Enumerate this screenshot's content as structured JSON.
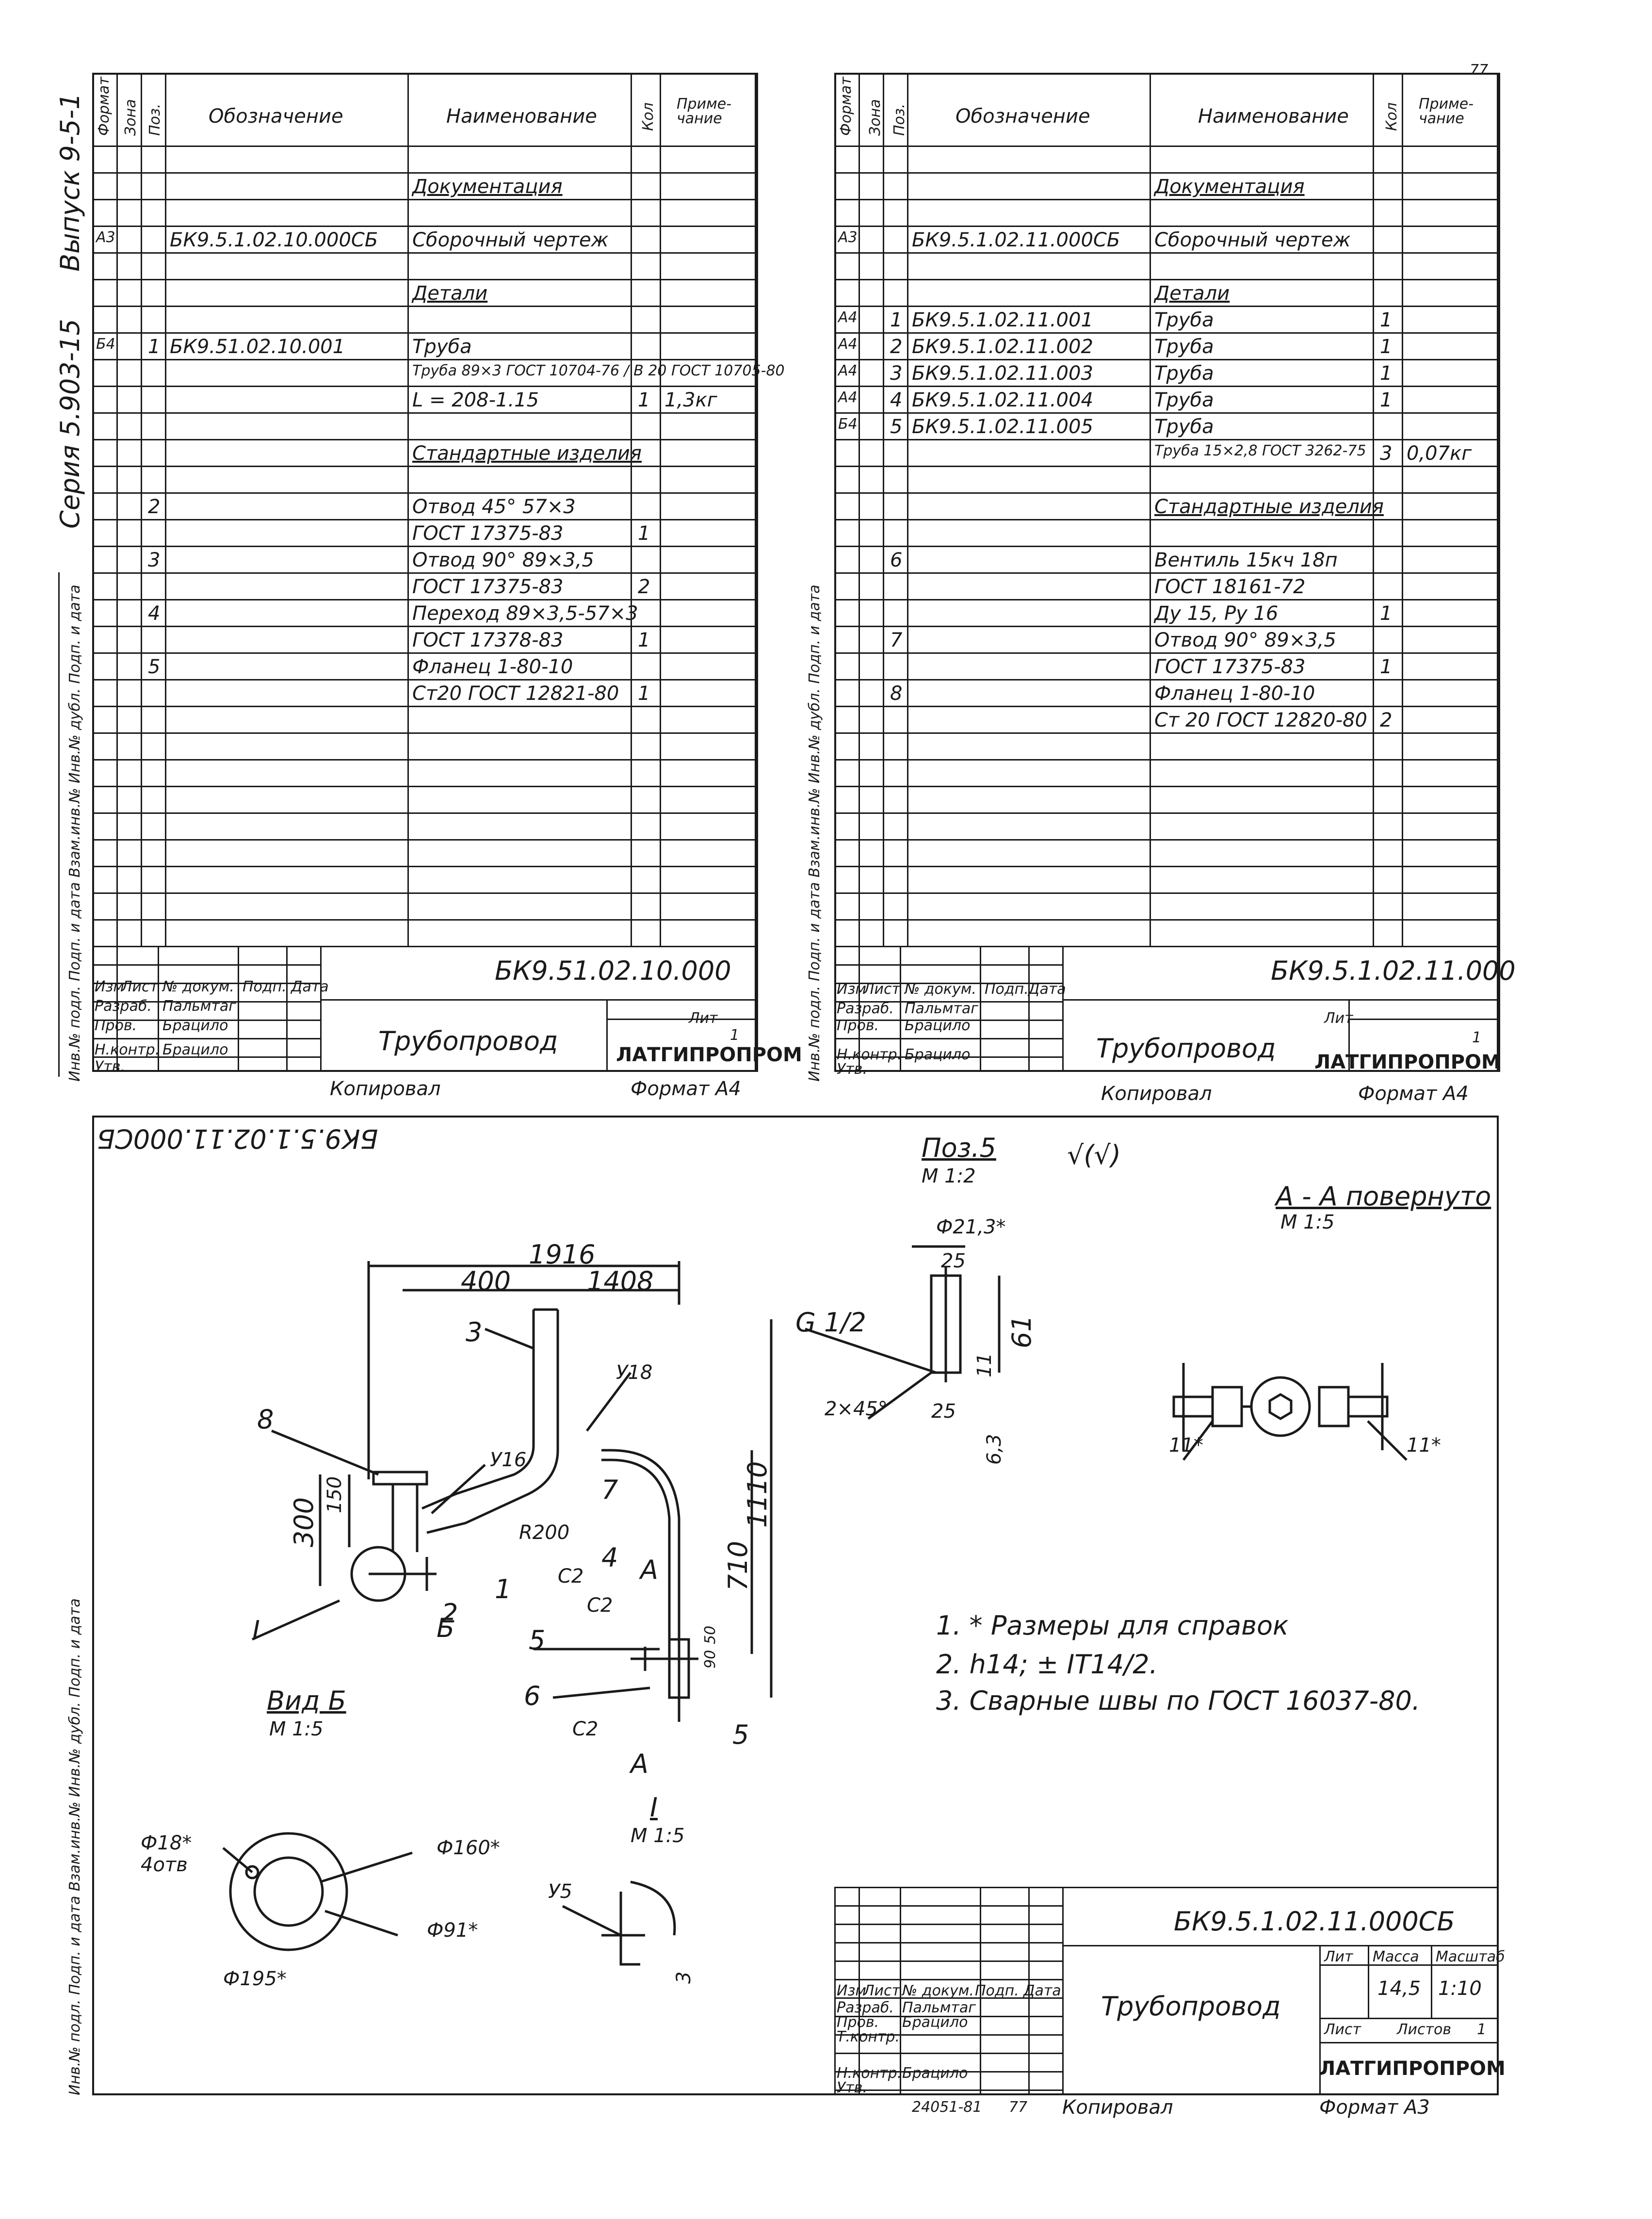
{
  "corner_number": "77",
  "side_label_series": "Серия 5.903-15",
  "side_label_issue": "Выпуск 9-5-1",
  "side_stamp_labels": "Инв.№ подл.  Подп. и дата  Взам.инв.№  Инв.№ дубл.  Подп. и дата",
  "columns": {
    "format": "Формат",
    "zone": "Зона",
    "pos": "Поз.",
    "designation": "Обозначение",
    "name": "Наименование",
    "qty": "Кол",
    "note": "Приме-чание"
  },
  "spec_left": {
    "rows": [
      {
        "fmt": "",
        "pos": "",
        "des": "",
        "name": "Документация",
        "qty": "",
        "note": "",
        "heading": true
      },
      {
        "fmt": "А3",
        "pos": "",
        "des": "БК9.5.1.02.10.000СБ",
        "name": "Сборочный чертеж",
        "qty": "",
        "note": ""
      },
      {
        "fmt": "",
        "pos": "",
        "des": "",
        "name": "Детали",
        "qty": "",
        "note": "",
        "heading": true
      },
      {
        "fmt": "Б4",
        "pos": "1",
        "des": "БК9.51.02.10.001",
        "name": "Труба",
        "qty": "",
        "note": ""
      },
      {
        "fmt": "",
        "pos": "",
        "des": "",
        "name": "Труба 89×3 ГОСТ 10704-76 / В 20 ГОСТ 10705-80",
        "qty": "",
        "note": ""
      },
      {
        "fmt": "",
        "pos": "",
        "des": "",
        "name": "L = 208-1.15",
        "qty": "1",
        "note": "1,3кг"
      },
      {
        "fmt": "",
        "pos": "",
        "des": "",
        "name": "Стандартные изделия",
        "qty": "",
        "note": "",
        "heading": true
      },
      {
        "fmt": "",
        "pos": "2",
        "des": "",
        "name": "Отвод 45° 57×3",
        "qty": "",
        "note": ""
      },
      {
        "fmt": "",
        "pos": "",
        "des": "",
        "name": "ГОСТ 17375-83",
        "qty": "1",
        "note": ""
      },
      {
        "fmt": "",
        "pos": "3",
        "des": "",
        "name": "Отвод 90° 89×3,5",
        "qty": "",
        "note": ""
      },
      {
        "fmt": "",
        "pos": "",
        "des": "",
        "name": "ГОСТ 17375-83",
        "qty": "2",
        "note": ""
      },
      {
        "fmt": "",
        "pos": "4",
        "des": "",
        "name": "Переход 89×3,5-57×3",
        "qty": "",
        "note": ""
      },
      {
        "fmt": "",
        "pos": "",
        "des": "",
        "name": "ГОСТ 17378-83",
        "qty": "1",
        "note": ""
      },
      {
        "fmt": "",
        "pos": "5",
        "des": "",
        "name": "Фланец 1-80-10",
        "qty": "",
        "note": ""
      },
      {
        "fmt": "",
        "pos": "",
        "des": "",
        "name": "Ст20 ГОСТ 12821-80",
        "qty": "1",
        "note": ""
      }
    ],
    "doc_number": "БК9.51.02.10.000",
    "title": "Трубопровод",
    "org": "ЛАТГИПРОПРОМ",
    "sheet_value": "1",
    "copied": "Копировал",
    "format_label": "Формат А4"
  },
  "spec_right": {
    "rows": [
      {
        "fmt": "",
        "pos": "",
        "des": "",
        "name": "Документация",
        "qty": "",
        "note": "",
        "heading": true
      },
      {
        "fmt": "А3",
        "pos": "",
        "des": "БК9.5.1.02.11.000СБ",
        "name": "Сборочный чертеж",
        "qty": "",
        "note": ""
      },
      {
        "fmt": "",
        "pos": "",
        "des": "",
        "name": "Детали",
        "qty": "",
        "note": "",
        "heading": true
      },
      {
        "fmt": "А4",
        "pos": "1",
        "des": "БК9.5.1.02.11.001",
        "name": "Труба",
        "qty": "1",
        "note": ""
      },
      {
        "fmt": "А4",
        "pos": "2",
        "des": "БК9.5.1.02.11.002",
        "name": "Труба",
        "qty": "1",
        "note": ""
      },
      {
        "fmt": "А4",
        "pos": "3",
        "des": "БК9.5.1.02.11.003",
        "name": "Труба",
        "qty": "1",
        "note": ""
      },
      {
        "fmt": "А4",
        "pos": "4",
        "des": "БК9.5.1.02.11.004",
        "name": "Труба",
        "qty": "1",
        "note": ""
      },
      {
        "fmt": "Б4",
        "pos": "5",
        "des": "БК9.5.1.02.11.005",
        "name": "Труба",
        "qty": "",
        "note": ""
      },
      {
        "fmt": "",
        "pos": "",
        "des": "",
        "name": "Труба 15×2,8 ГОСТ 3262-75",
        "qty": "3",
        "note": "0,07кг"
      },
      {
        "fmt": "",
        "pos": "",
        "des": "",
        "name": "Стандартные изделия",
        "qty": "",
        "note": "",
        "heading": true
      },
      {
        "fmt": "",
        "pos": "6",
        "des": "",
        "name": "Вентиль 15кч 18п",
        "qty": "",
        "note": ""
      },
      {
        "fmt": "",
        "pos": "",
        "des": "",
        "name": "ГОСТ 18161-72",
        "qty": "",
        "note": ""
      },
      {
        "fmt": "",
        "pos": "",
        "des": "",
        "name": "Ду 15, Ру 16",
        "qty": "1",
        "note": ""
      },
      {
        "fmt": "",
        "pos": "7",
        "des": "",
        "name": "Отвод 90° 89×3,5",
        "qty": "",
        "note": ""
      },
      {
        "fmt": "",
        "pos": "",
        "des": "",
        "name": "ГОСТ 17375-83",
        "qty": "1",
        "note": ""
      },
      {
        "fmt": "",
        "pos": "8",
        "des": "",
        "name": "Фланец 1-80-10",
        "qty": "",
        "note": ""
      },
      {
        "fmt": "",
        "pos": "",
        "des": "",
        "name": "Ст 20 ГОСТ 12820-80",
        "qty": "2",
        "note": ""
      }
    ],
    "doc_number": "БК9.5.1.02.11.000",
    "title": "Трубопровод",
    "org": "ЛАТГИПРОПРОМ",
    "sheet_value": "1",
    "copied": "Копировал",
    "format_label": "Формат А4"
  },
  "title_block_labels": {
    "izm": "Изм",
    "list": "Лист",
    "doc_no": "№ докум.",
    "sign": "Подп.",
    "date": "Дата",
    "razrab": "Разраб.",
    "prov": "Пров.",
    "t_kontr": "Т.контр.",
    "n_kontr": "Н.контр.",
    "utv": "Утв.",
    "lit": "Лит",
    "sheet": "Лист",
    "sheets": "Листов",
    "mass": "Масса",
    "scale": "Масштаб",
    "name1": "Пальмтаг",
    "name2": "Брацило"
  },
  "drawing": {
    "rotated_number": "БК9.5.1.02.11.000СБ",
    "pos5_label": "Поз.5",
    "pos5_scale": "М 1:2",
    "roughness": "√(√)",
    "section_aa": "А - А повернуто",
    "section_scale": "М 1:5",
    "view_b": "Вид Б",
    "view_b_scale": "М 1:5",
    "detail_i": "I",
    "detail_i_scale": "М 1:5",
    "dims": {
      "d1916": "1916",
      "d400": "400",
      "d1408": "1408",
      "d1110": "1110",
      "d710": "710",
      "d300": "300",
      "d150": "150",
      "r200": "R200",
      "d90": "90",
      "d50": "50",
      "d21": "Ф21,3*",
      "d25a": "25",
      "d61": "61",
      "d11": "11",
      "d25b": "25",
      "g12": "G 1/2",
      "cham": "2×45°",
      "rough63": "6,3",
      "w11a": "11*",
      "w11b": "11*",
      "phi18": "Ф18*",
      "holes": "4отв",
      "phi160": "Ф160*",
      "phi91": "Ф91*",
      "phi195": "Ф195*",
      "weld45": "У5",
      "d3": "3",
      "w16": "У16",
      "w18": "У18",
      "c2a": "С2",
      "c2b": "С2",
      "c2c": "С2",
      "a_top": "А",
      "a_bot": "А",
      "b_arrow": "Б",
      "pos_i": "I"
    },
    "positions": [
      "1",
      "2",
      "3",
      "4",
      "5",
      "5",
      "6",
      "7",
      "8"
    ],
    "notes": [
      "1. * Размеры для справок",
      "2. h14; ± IT14/2.",
      "3. Сварные швы по ГОСТ 16037-80."
    ],
    "doc_number": "БК9.5.1.02.11.000СБ",
    "title": "Трубопровод",
    "mass": "14,5",
    "scale": "1:10",
    "org": "ЛАТГИПРОПРОМ",
    "sheets_value": "1",
    "bottom_code": "24051-81",
    "bottom_page": "77",
    "copied": "Копировал",
    "format_label": "Формат А3"
  }
}
